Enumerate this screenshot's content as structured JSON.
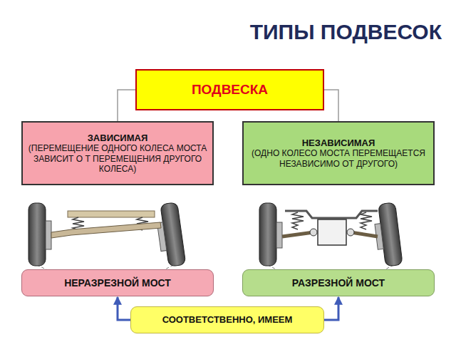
{
  "diagram": {
    "title": "ТИПЫ ПОДВЕСОК",
    "nodes": [
      {
        "text": [
          "ПОДВЕСКА"
        ]
      },
      {
        "text": [
          "ЗАВИСИМАЯ",
          "(ПЕРЕМЕЩЕНИЕ ОДНОГО КОЛЕСА МОСТА ЗАВИСИТ О Т ПЕРЕМЕЩЕНИЯ ДРУГОГО КОЛЕСА)"
        ]
      },
      {
        "text": [
          "НЕЗАВИСИМАЯ",
          "(ОДНО КОЛЕСО МОСТА ПЕРЕМЕЩАЕТСЯ НЕЗАВИСИМО ОТ ДРУГОГО)"
        ]
      },
      {
        "text": [
          "НЕРАЗРЕЗНОЙ МОСТ"
        ]
      },
      {
        "text": [
          "РАЗРЕЗНОЙ МОСТ"
        ]
      },
      {
        "text": [
          "СООТВЕТСТВЕННО, ИМЕЕМ"
        ]
      }
    ],
    "edges": [
      {
        "from": 0,
        "to": 1,
        "arrow": "none"
      },
      {
        "from": 0,
        "to": 2,
        "arrow": "none"
      },
      {
        "from": 5,
        "to": 3,
        "arrow": "to"
      },
      {
        "from": 5,
        "to": 4,
        "arrow": "to"
      }
    ]
  }
}
